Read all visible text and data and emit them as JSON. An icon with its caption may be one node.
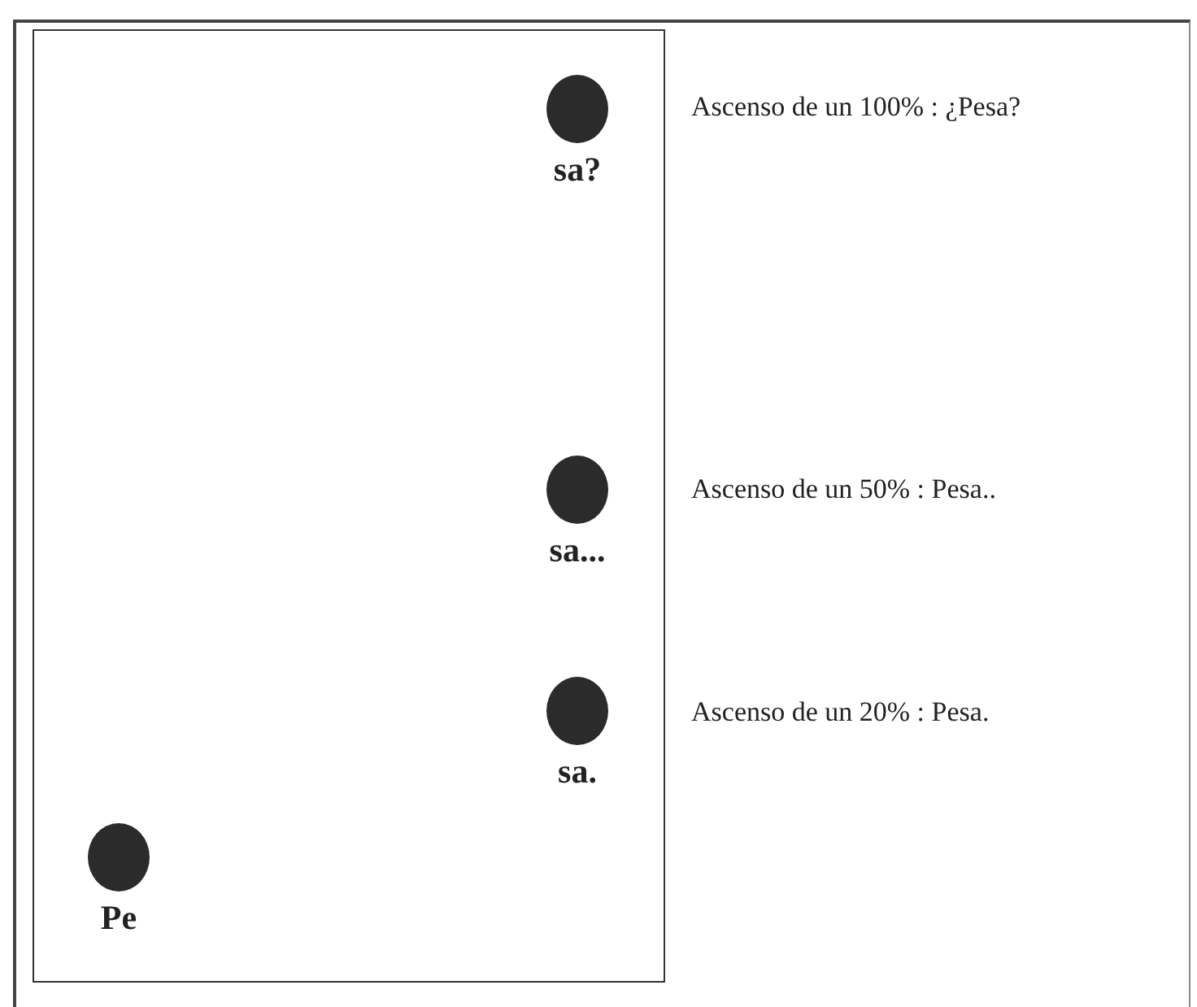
{
  "diagram": {
    "nodes": [
      {
        "text": [],
        "shape": "box"
      },
      {
        "text": [
          "sa?"
        ],
        "in": 0
      },
      {
        "text": [
          "sa..."
        ],
        "in": 0
      },
      {
        "text": [
          "sa."
        ],
        "in": 0
      },
      {
        "text": [
          "Pe"
        ],
        "in": 0
      }
    ],
    "labels": [
      "Ascenso de un 100% : ¿Pesa?",
      "Ascenso de un 50% : Pesa..",
      "Ascenso de un 20% : Pesa."
    ]
  }
}
